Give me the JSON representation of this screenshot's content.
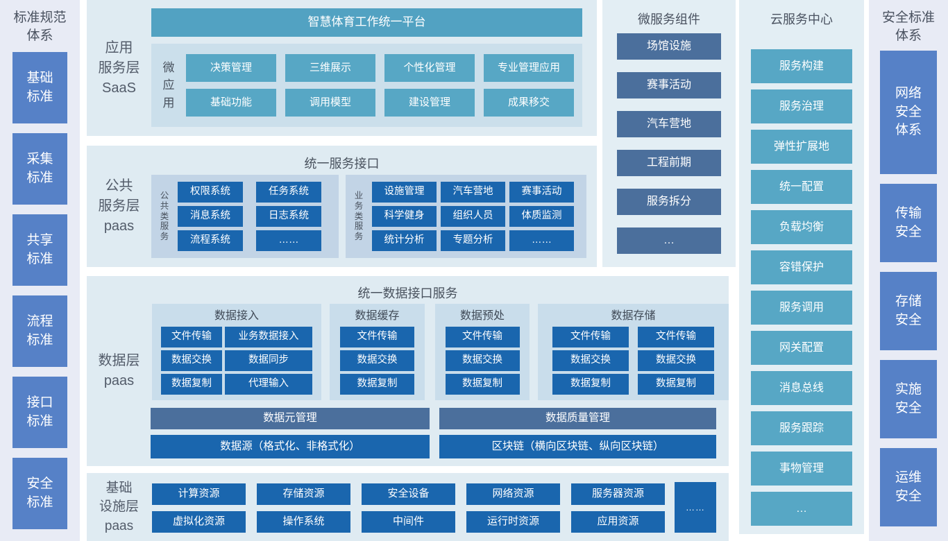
{
  "colors": {
    "dark_blue": "#1a66ae",
    "teal": "#57a7c5",
    "slate_blue": "#4b6f9c",
    "sidebar_blue": "#5681c7",
    "panel_light": "#dfebf2",
    "inner_panel": "#c2d4e6"
  },
  "left_sidebar": {
    "title": "标准规范\n体系",
    "items": [
      "基础\n标准",
      "采集\n标准",
      "共享\n标准",
      "流程\n标准",
      "接口\n标准",
      "安全\n标准"
    ]
  },
  "app_layer": {
    "label": "应用\n服务层\nSaaS",
    "platform_header": "智慧体育工作统一平台",
    "micro_label": "微\n应\n用",
    "apps": [
      "决策管理",
      "三维展示",
      "个性化管理",
      "专业管理应用",
      "基础功能",
      "调用模型",
      "建设管理",
      "成果移交"
    ]
  },
  "public_layer": {
    "label": "公共\n服务层\npaas",
    "header": "统一服务接口",
    "public_group": {
      "label": "公\n共\n类\n服\n务",
      "items": [
        "权限系统",
        "任务系统",
        "消息系统",
        "日志系统",
        "流程系统",
        "……"
      ]
    },
    "business_group": {
      "label": "业\n务\n类\n服\n务",
      "items": [
        "设施管理",
        "汽车营地",
        "赛事活动",
        "科学健身",
        "组织人员",
        "体质监测",
        "统计分析",
        "专题分析",
        "……"
      ]
    }
  },
  "data_layer": {
    "label": "数据层\npaas",
    "header": "统一数据接口服务",
    "groups": [
      {
        "title": "数据接入",
        "items": [
          "文件传输",
          "业务数据接入",
          "数据交换",
          "数据同步",
          "数据复制",
          "代理输入"
        ]
      },
      {
        "title": "数据缓存",
        "items": [
          "文件传输",
          "数据交换",
          "数据复制"
        ]
      },
      {
        "title": "数据预处",
        "items": [
          "文件传输",
          "数据交换",
          "数据复制"
        ]
      },
      {
        "title": "数据存储",
        "items": [
          "文件传输",
          "文件传输",
          "数据交换",
          "数据交换",
          "数据复制",
          "数据复制"
        ]
      }
    ],
    "meta_bar": "数据元管理",
    "quality_bar": "数据质量管理",
    "source_bar": "数据源（格式化、非格式化）",
    "blockchain_bar": "区块链（横向区块链、纵向区块链）"
  },
  "infra_layer": {
    "label": "基础\n设施层\npaas",
    "row1": [
      "计算资源",
      "存储资源",
      "安全设备",
      "网络资源",
      "服务器资源"
    ],
    "row2": [
      "虚拟化资源",
      "操作系统",
      "中间件",
      "运行时资源",
      "应用资源"
    ],
    "more": "……"
  },
  "microservices": {
    "title": "微服务组件",
    "items": [
      "场馆设施",
      "赛事活动",
      "汽车营地",
      "工程前期",
      "服务拆分",
      "…"
    ]
  },
  "cloud_center": {
    "title": "云服务中心",
    "items": [
      "服务构建",
      "服务治理",
      "弹性扩展地",
      "统一配置",
      "负载均衡",
      "容错保护",
      "服务调用",
      "网关配置",
      "消息总线",
      "服务跟踪",
      "事物管理",
      "…"
    ]
  },
  "right_sidebar": {
    "title": "安全标准\n体系",
    "items": [
      "网络\n安全\n体系",
      "传输\n安全",
      "存储\n安全",
      "实施\n安全",
      "运维\n安全"
    ]
  }
}
